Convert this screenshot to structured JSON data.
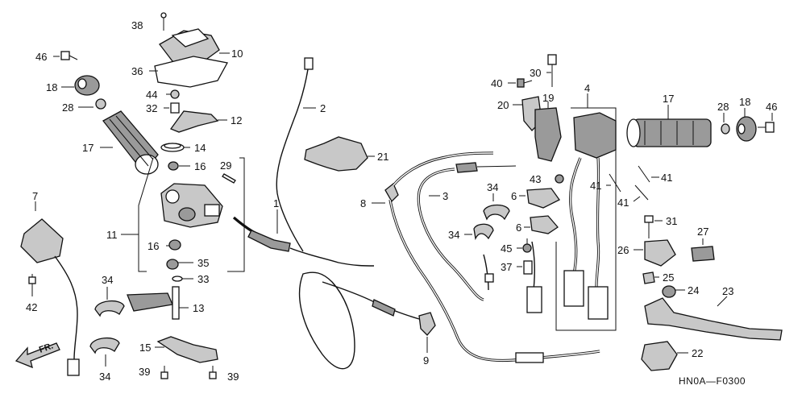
{
  "diagram": {
    "code": "HN0A—F0300",
    "direction_label": "FR.",
    "callouts": [
      {
        "id": "c38",
        "text": "38"
      },
      {
        "id": "c10",
        "text": "10"
      },
      {
        "id": "c46l",
        "text": "46"
      },
      {
        "id": "c36",
        "text": "36"
      },
      {
        "id": "c18l",
        "text": "18"
      },
      {
        "id": "c44",
        "text": "44"
      },
      {
        "id": "c28l",
        "text": "28"
      },
      {
        "id": "c32",
        "text": "32"
      },
      {
        "id": "c12",
        "text": "12"
      },
      {
        "id": "c17l",
        "text": "17"
      },
      {
        "id": "c14",
        "text": "14"
      },
      {
        "id": "c16a",
        "text": "16"
      },
      {
        "id": "c29",
        "text": "29"
      },
      {
        "id": "c11",
        "text": "11"
      },
      {
        "id": "c7",
        "text": "7"
      },
      {
        "id": "c16b",
        "text": "16"
      },
      {
        "id": "c35",
        "text": "35"
      },
      {
        "id": "c33",
        "text": "33"
      },
      {
        "id": "c42",
        "text": "42"
      },
      {
        "id": "c34a",
        "text": "34"
      },
      {
        "id": "c13",
        "text": "13"
      },
      {
        "id": "c15",
        "text": "15"
      },
      {
        "id": "c39a",
        "text": "39"
      },
      {
        "id": "c39b",
        "text": "39"
      },
      {
        "id": "c34b",
        "text": "34"
      },
      {
        "id": "c2",
        "text": "2"
      },
      {
        "id": "c21",
        "text": "21"
      },
      {
        "id": "c1",
        "text": "1"
      },
      {
        "id": "c8",
        "text": "8"
      },
      {
        "id": "c3",
        "text": "3"
      },
      {
        "id": "c9",
        "text": "9"
      },
      {
        "id": "c40",
        "text": "40"
      },
      {
        "id": "c30",
        "text": "30"
      },
      {
        "id": "c20",
        "text": "20"
      },
      {
        "id": "c19",
        "text": "19"
      },
      {
        "id": "c4",
        "text": "4"
      },
      {
        "id": "c17r",
        "text": "17"
      },
      {
        "id": "c28r",
        "text": "28"
      },
      {
        "id": "c18r",
        "text": "18"
      },
      {
        "id": "c46r",
        "text": "46"
      },
      {
        "id": "c43",
        "text": "43"
      },
      {
        "id": "c41a",
        "text": "41"
      },
      {
        "id": "c41b",
        "text": "41"
      },
      {
        "id": "c41c",
        "text": "41"
      },
      {
        "id": "c34c",
        "text": "34"
      },
      {
        "id": "c6a",
        "text": "6"
      },
      {
        "id": "c6b",
        "text": "6"
      },
      {
        "id": "c34d",
        "text": "34"
      },
      {
        "id": "c45",
        "text": "45"
      },
      {
        "id": "c37",
        "text": "37"
      },
      {
        "id": "c31",
        "text": "31"
      },
      {
        "id": "c27",
        "text": "27"
      },
      {
        "id": "c26",
        "text": "26"
      },
      {
        "id": "c25",
        "text": "25"
      },
      {
        "id": "c24",
        "text": "24"
      },
      {
        "id": "c23",
        "text": "23"
      },
      {
        "id": "c22",
        "text": "22"
      }
    ]
  }
}
